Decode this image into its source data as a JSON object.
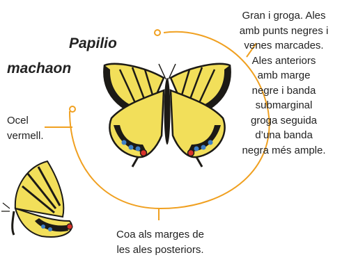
{
  "title": {
    "line1": "Papilio",
    "line2": "machaon"
  },
  "labels": {
    "description": [
      "Gran i groga. Ales",
      "amb punts negres i",
      "venes marcades.",
      "Ales anteriors",
      "amb marge",
      "negre i banda",
      "submarginal",
      "groga seguida",
      "d’una banda",
      "negra més ample."
    ],
    "ocel": [
      "Ocel",
      "vermell."
    ],
    "tail": [
      "Coa als marges de",
      "les ales posteriors."
    ]
  },
  "colors": {
    "accent": "#f0a020",
    "wing_yellow": "#f2df5a",
    "wing_black": "#1c1a16",
    "spot_blue": "#3f7fc6",
    "spot_red": "#d8322a"
  }
}
